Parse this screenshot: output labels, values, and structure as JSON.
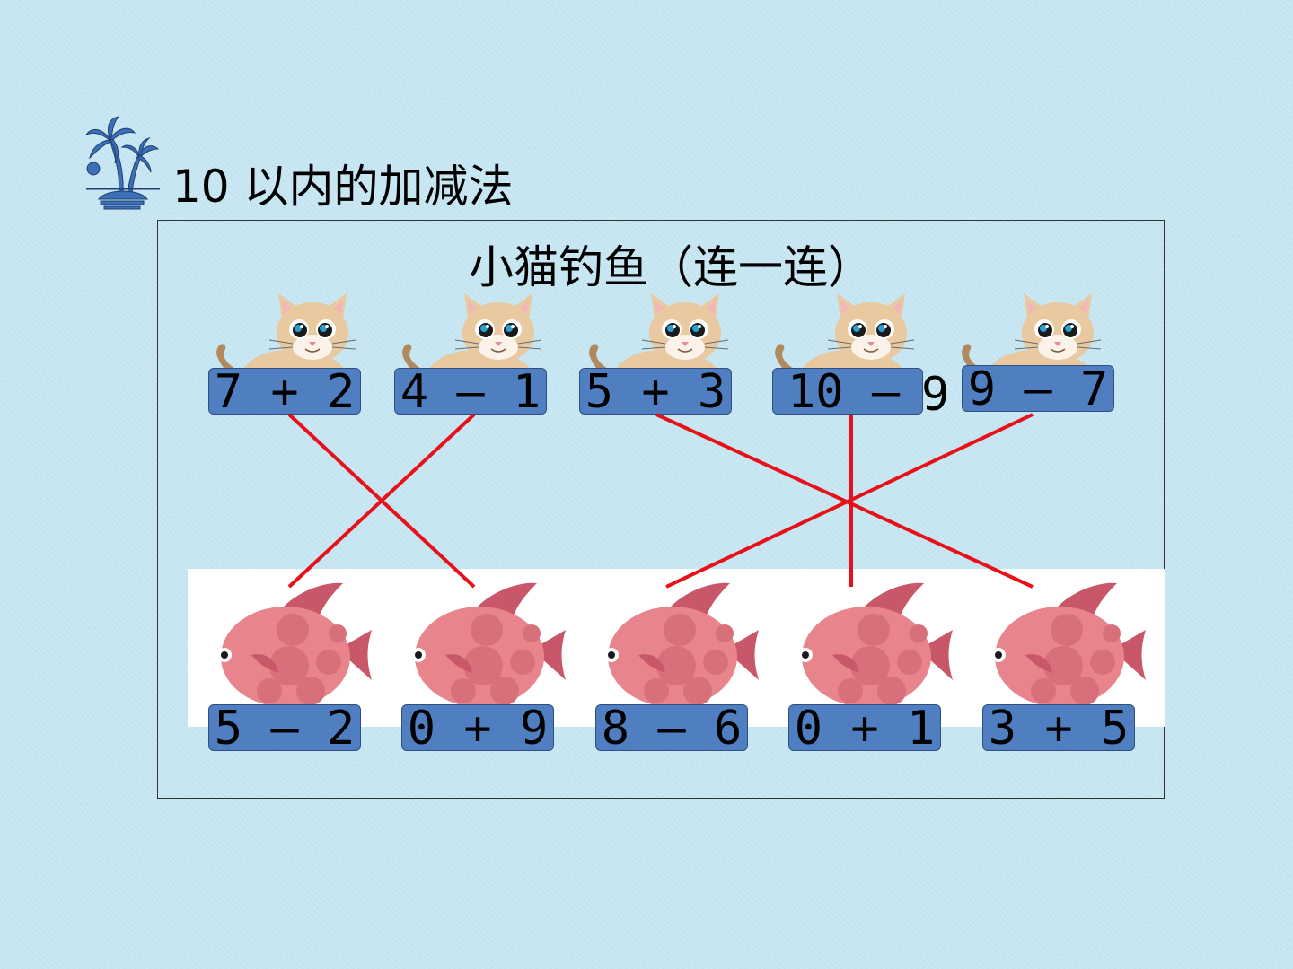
{
  "header": {
    "title": "10 以内的加减法",
    "logo_icon": "palm-island-icon"
  },
  "activity": {
    "title": "小猫钓鱼（连一连）"
  },
  "cats": [
    {
      "expr": "7 + 2"
    },
    {
      "expr": "4 – 1"
    },
    {
      "expr": "5 + 3"
    },
    {
      "expr": "10 –"
    },
    {
      "expr": "9 – 7"
    }
  ],
  "cat_overflow_digit": "9",
  "fishes": [
    {
      "expr": "5 – 2"
    },
    {
      "expr": "0 + 9"
    },
    {
      "expr": "8 – 6"
    },
    {
      "expr": "0 + 1"
    },
    {
      "expr": "3 + 5"
    }
  ],
  "matches": [
    {
      "cat": 0,
      "fish": 1
    },
    {
      "cat": 1,
      "fish": 0
    },
    {
      "cat": 2,
      "fish": 4
    },
    {
      "cat": 3,
      "fish": 3
    },
    {
      "cat": 4,
      "fish": 2
    }
  ],
  "colors": {
    "label_fill": "#4f7fc1",
    "line": "#e8111a",
    "fish_body": "#e8848c",
    "cat_fur": "#e8c9a0"
  }
}
